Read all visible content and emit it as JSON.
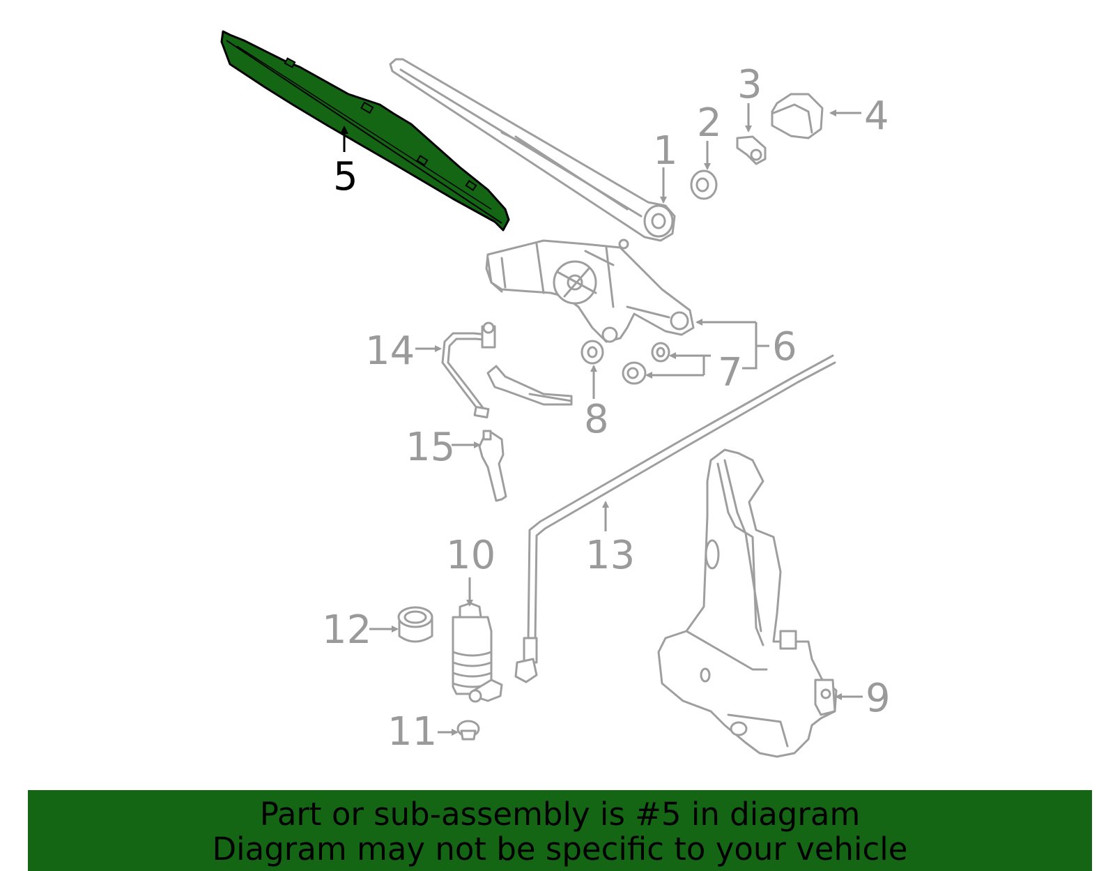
{
  "callouts": {
    "c1": "1",
    "c2": "2",
    "c3": "3",
    "c4": "4",
    "c5": "5",
    "c6": "6",
    "c7": "7",
    "c8": "8",
    "c9": "9",
    "c10": "10",
    "c11": "11",
    "c12": "12",
    "c13": "13",
    "c14": "14",
    "c15": "15"
  },
  "highlighted_part": "5",
  "colors": {
    "highlight": "#146614",
    "part_outline": "#9e9e9e",
    "callout_text": "#9a9a9a",
    "banner_bg": "#146614"
  },
  "banner": {
    "line1": "Part or sub-assembly is #5 in diagram",
    "line2": "Diagram may not be specific to your vehicle"
  }
}
